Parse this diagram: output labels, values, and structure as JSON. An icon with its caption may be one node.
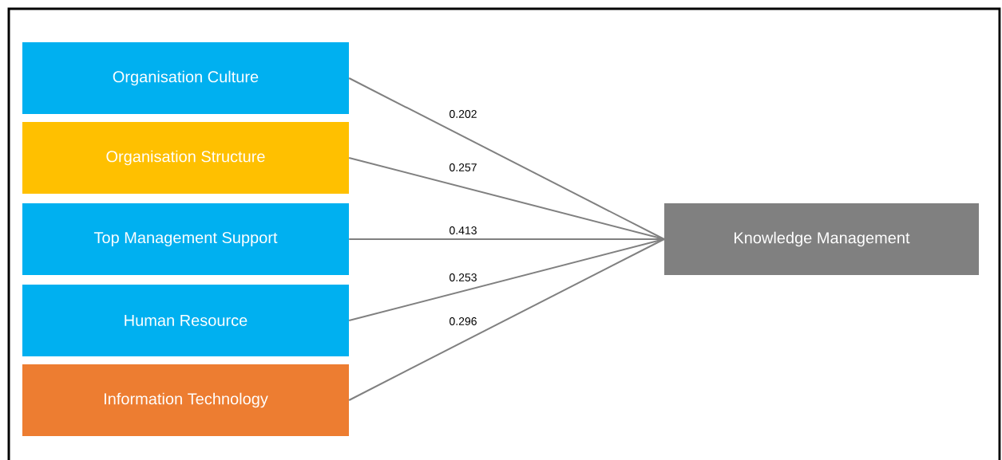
{
  "diagram": {
    "nodes": [
      {
        "text": [
          "Organisation Culture"
        ]
      },
      {
        "text": [
          "Organisation Structure"
        ]
      },
      {
        "text": [
          "Top Management Support"
        ]
      },
      {
        "text": [
          "Human Resource"
        ]
      },
      {
        "text": [
          "Information Technology"
        ]
      },
      {
        "text": [
          "Knowledge Management"
        ]
      }
    ],
    "edges": [
      {
        "from": 0,
        "to": 5,
        "arrow": "none",
        "label": "0.202"
      },
      {
        "from": 1,
        "to": 5,
        "arrow": "none",
        "label": "0.257"
      },
      {
        "from": 2,
        "to": 5,
        "arrow": "none",
        "label": "0.413"
      },
      {
        "from": 3,
        "to": 5,
        "arrow": "none",
        "label": "0.253"
      },
      {
        "from": 4,
        "to": 5,
        "arrow": "none",
        "label": "0.296"
      }
    ]
  }
}
